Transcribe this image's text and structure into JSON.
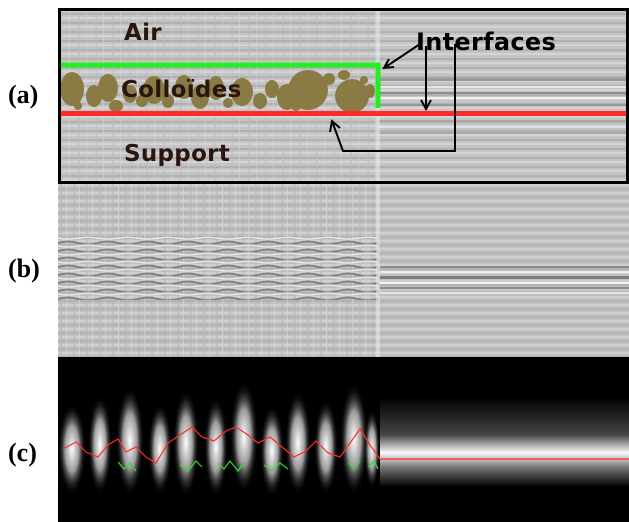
{
  "panels": [
    {
      "label": "(a)",
      "annotations": {
        "air": "Air",
        "colloids": "Colloïdes",
        "support": "Support",
        "interfaces": "Interfaces"
      }
    },
    {
      "label": "(b)"
    },
    {
      "label": "(c)"
    }
  ],
  "colors": {
    "air_interface": "#22ee22",
    "support_interface": "#ff2a2a",
    "colloid_fill": "#8a7a43",
    "frame": "#000000"
  }
}
